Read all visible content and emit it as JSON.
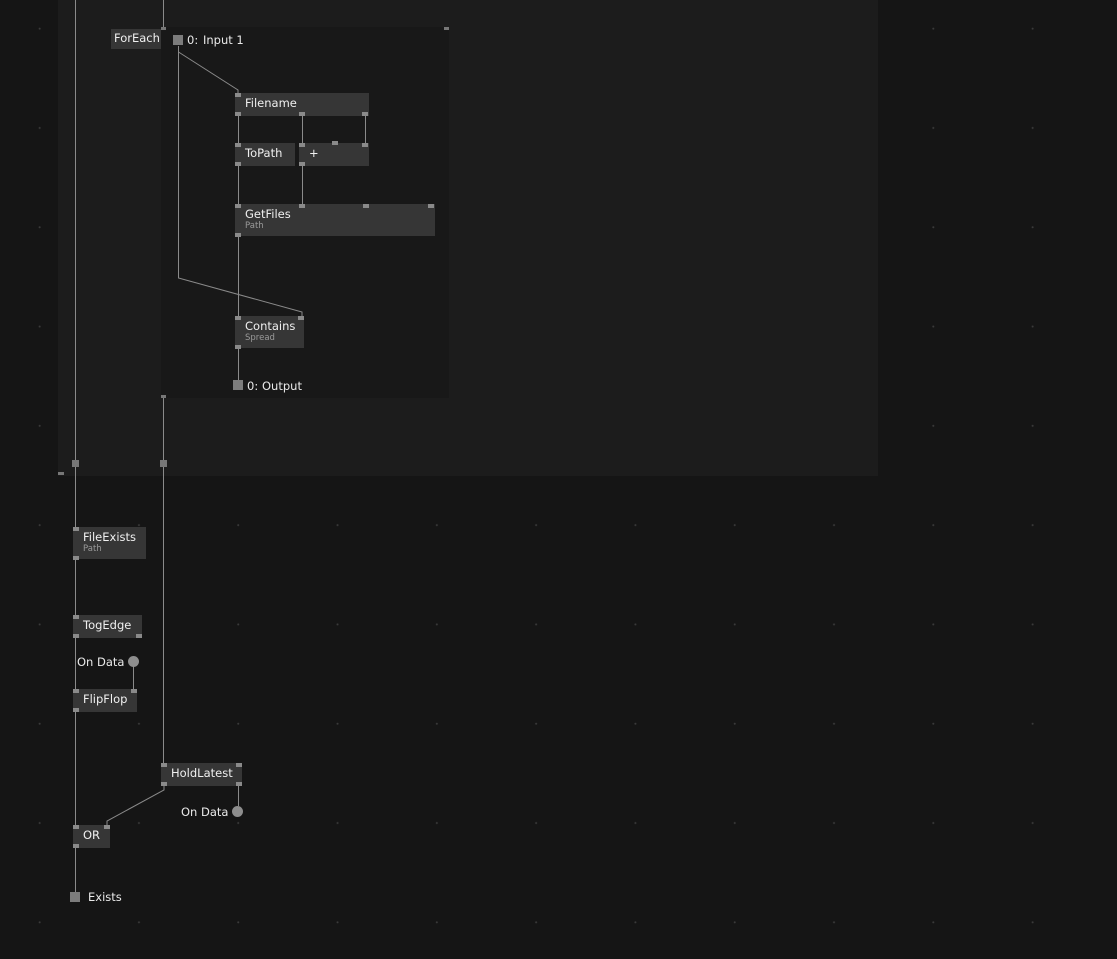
{
  "patch": {
    "foreach": {
      "label": "ForEach"
    },
    "region_input": {
      "index": "0:",
      "name": "Input 1"
    },
    "region_output": {
      "index": "0:",
      "name": "Output"
    },
    "nodes": {
      "filename": {
        "title": "Filename"
      },
      "topath": {
        "title": "ToPath"
      },
      "plus": {
        "title": "+"
      },
      "getfiles": {
        "title": "GetFiles",
        "subtitle": "Path"
      },
      "contains": {
        "title": "Contains",
        "subtitle": "Spread"
      },
      "fileexists": {
        "title": "FileExists",
        "subtitle": "Path"
      },
      "togedge": {
        "title": "TogEdge"
      },
      "flipflop": {
        "title": "FlipFlop"
      },
      "holdlatest": {
        "title": "HoldLatest"
      },
      "or": {
        "title": "OR"
      }
    },
    "togedge_pin": {
      "label": "On Data"
    },
    "holdlatest_pin": {
      "label": "On Data"
    },
    "output_pad": {
      "label": "Exists"
    }
  },
  "colors": {
    "background": "#151515",
    "outer_region": "#1c1c1c",
    "inner_region": "#181818",
    "node": "#363636",
    "wire": "#8a8a8a"
  }
}
